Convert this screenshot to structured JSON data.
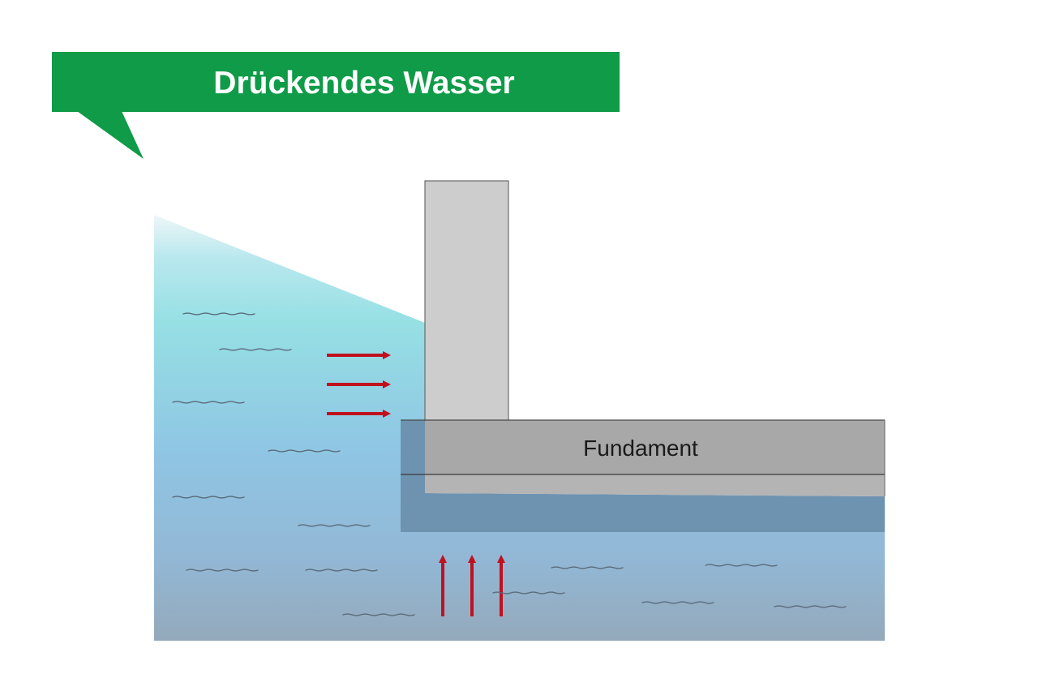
{
  "title": "Drückendes Wasser",
  "foundation_label": "Fundament",
  "colors": {
    "banner": "#0f9b47",
    "arrow": "#c0111f",
    "wall": "#cdcdcd",
    "foundation": "#a8a8a8",
    "water_top": "#c9eef2",
    "water_mid": "#8fc6e4",
    "water_bottom": "#94aabd",
    "water_dark": "#5a84a6",
    "wave": "#5a6b7a"
  },
  "icons": [
    "speech-bubble-tail",
    "arrow-right-icon",
    "arrow-up-icon",
    "water-wave-icon"
  ]
}
